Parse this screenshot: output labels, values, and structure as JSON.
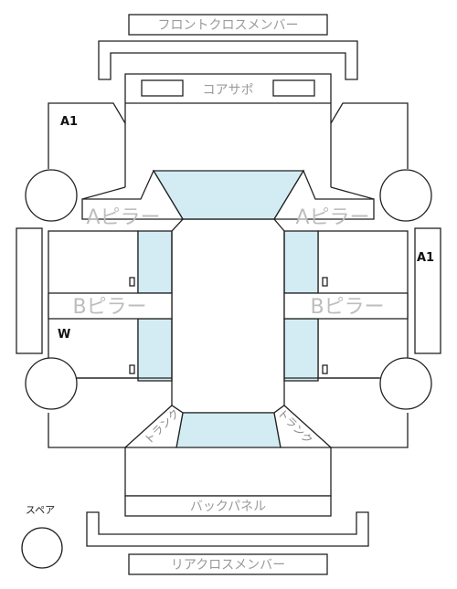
{
  "labels": {
    "front_cross_member": "フロントクロスメンバー",
    "core_support": "コアサポ",
    "a_pillar": "Aピラー",
    "b_pillar": "Bピラー",
    "back_panel": "バックパネル",
    "rear_cross_member": "リアクロスメンバー",
    "spare": "スペア",
    "trunk": "トランク"
  },
  "marks": {
    "front_left": "A1",
    "right_side": "A1",
    "left_rear_door": "W"
  }
}
